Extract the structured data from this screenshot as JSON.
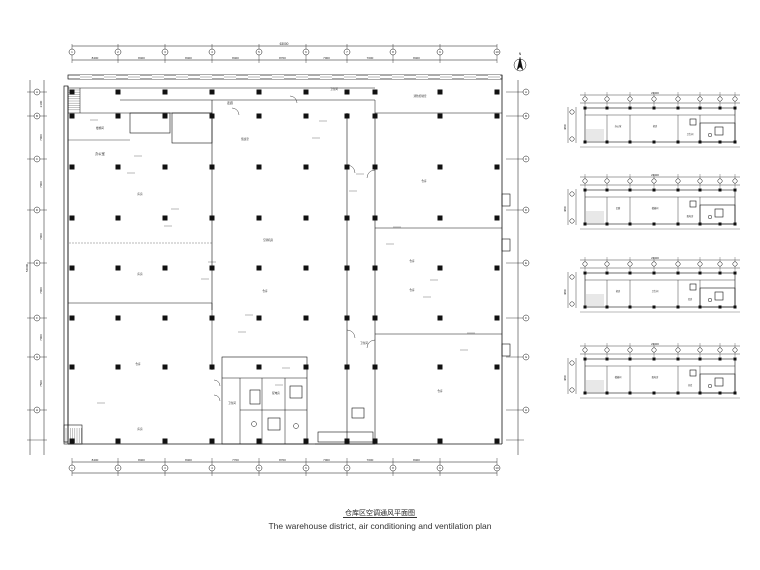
{
  "title_cn": "仓库区空调通风平面图",
  "title_en": "The warehouse district, air conditioning and ventilation plan",
  "main_plan": {
    "overall_top_dim": "63000",
    "top_dims": [
      "8400",
      "8400",
      "8400",
      "8400",
      "8700",
      "7000",
      "7000",
      "8400"
    ],
    "bottom_dims": [
      "8400",
      "8400",
      "8400",
      "7700",
      "8700",
      "7000",
      "7000",
      "8400"
    ],
    "left_dims": [
      "2100",
      "7000",
      "7000",
      "7000",
      "7000",
      "7000",
      "7500"
    ],
    "overall_left_dim": "54000",
    "column_numbers": [
      "1",
      "2",
      "3",
      "4",
      "5",
      "6",
      "7",
      "8",
      "9",
      "10"
    ],
    "row_letters": [
      "A",
      "B",
      "C",
      "D",
      "E",
      "F",
      "G",
      "H"
    ],
    "room_labels": [
      "办公室",
      "走廊",
      "机房",
      "楼梯间",
      "卫生间",
      "配电房",
      "库房",
      "仓库",
      "值班室",
      "消防控制室",
      "空调机房"
    ]
  },
  "small_plans": [
    {
      "dim_top": "23400",
      "dim_side": "4800"
    },
    {
      "dim_top": "23400",
      "dim_side": "4800"
    },
    {
      "dim_top": "23400",
      "dim_side": "4800"
    },
    {
      "dim_top": "23400",
      "dim_side": "4800"
    }
  ],
  "north_arrow_label": "N"
}
